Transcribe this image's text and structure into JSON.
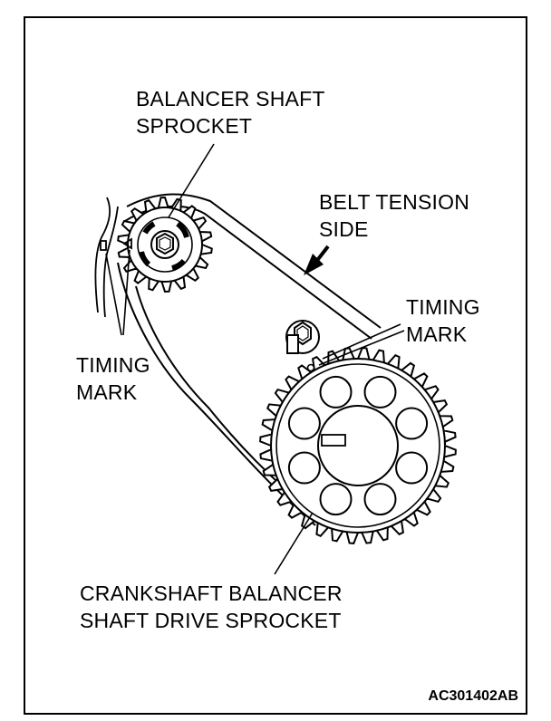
{
  "labels": {
    "balancer_sprocket": {
      "line1": "BALANCER SHAFT",
      "line2": "SPROCKET"
    },
    "belt_tension": {
      "line1": "BELT TENSION",
      "line2": "SIDE"
    },
    "timing_mark_right": {
      "line1": "TIMING",
      "line2": "MARK"
    },
    "timing_mark_left": {
      "line1": "TIMING",
      "line2": "MARK"
    },
    "crank_sprocket": {
      "line1": "CRANKSHAFT BALANCER",
      "line2": "SHAFT DRIVE SPROCKET"
    }
  },
  "figure_code": "AC301402AB",
  "colors": {
    "line": "#000000",
    "background": "#ffffff"
  }
}
